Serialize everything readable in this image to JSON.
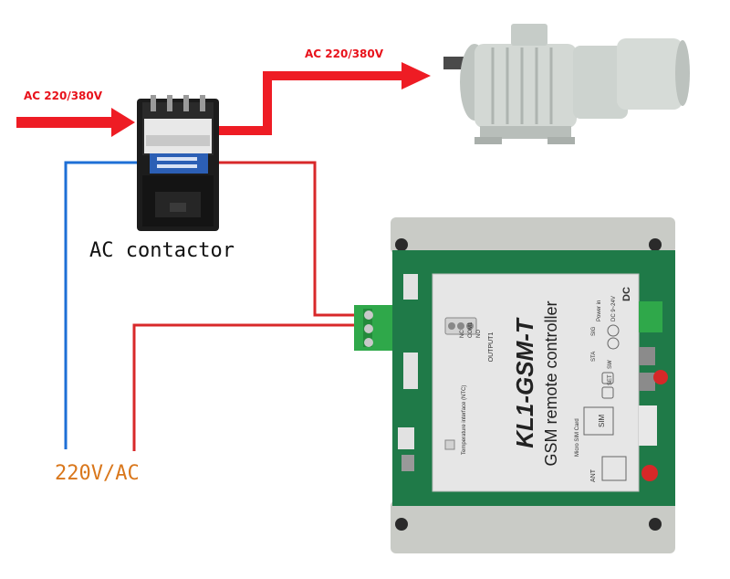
{
  "labels": {
    "input_voltage": "AC 220/380V",
    "output_voltage": "AC 220/380V",
    "contactor": "AC contactor",
    "supply": "220V/AC"
  },
  "device": {
    "model": "KL1-GSM-T",
    "subtitle": "GSM remote controller",
    "output_terminal_label": "OUTPUT1",
    "terminal_pins": [
      "NC",
      "COM1",
      "NO"
    ],
    "temp_interface_label": "Temperature interface (NTC)",
    "sim_slot_label": "Micro SIM Card",
    "sim_label": "SIM",
    "ant_label": "ANT",
    "power_label": "Power in",
    "power_spec": "DC 9~24V",
    "dc_label": "DC",
    "sta_label": "STA",
    "sig_label": "SIG",
    "set_label": "SET",
    "sw_label": "SW"
  },
  "colors": {
    "power_arrow": "#ee1c24",
    "neutral_wire": "#1e6fd6",
    "live_wire": "#d8282a",
    "supply_text": "#d9771c",
    "terminal_green": "#2fa84a",
    "enclosure_grey": "#c9cbc6",
    "motor_grey": "#d3d8d4"
  }
}
